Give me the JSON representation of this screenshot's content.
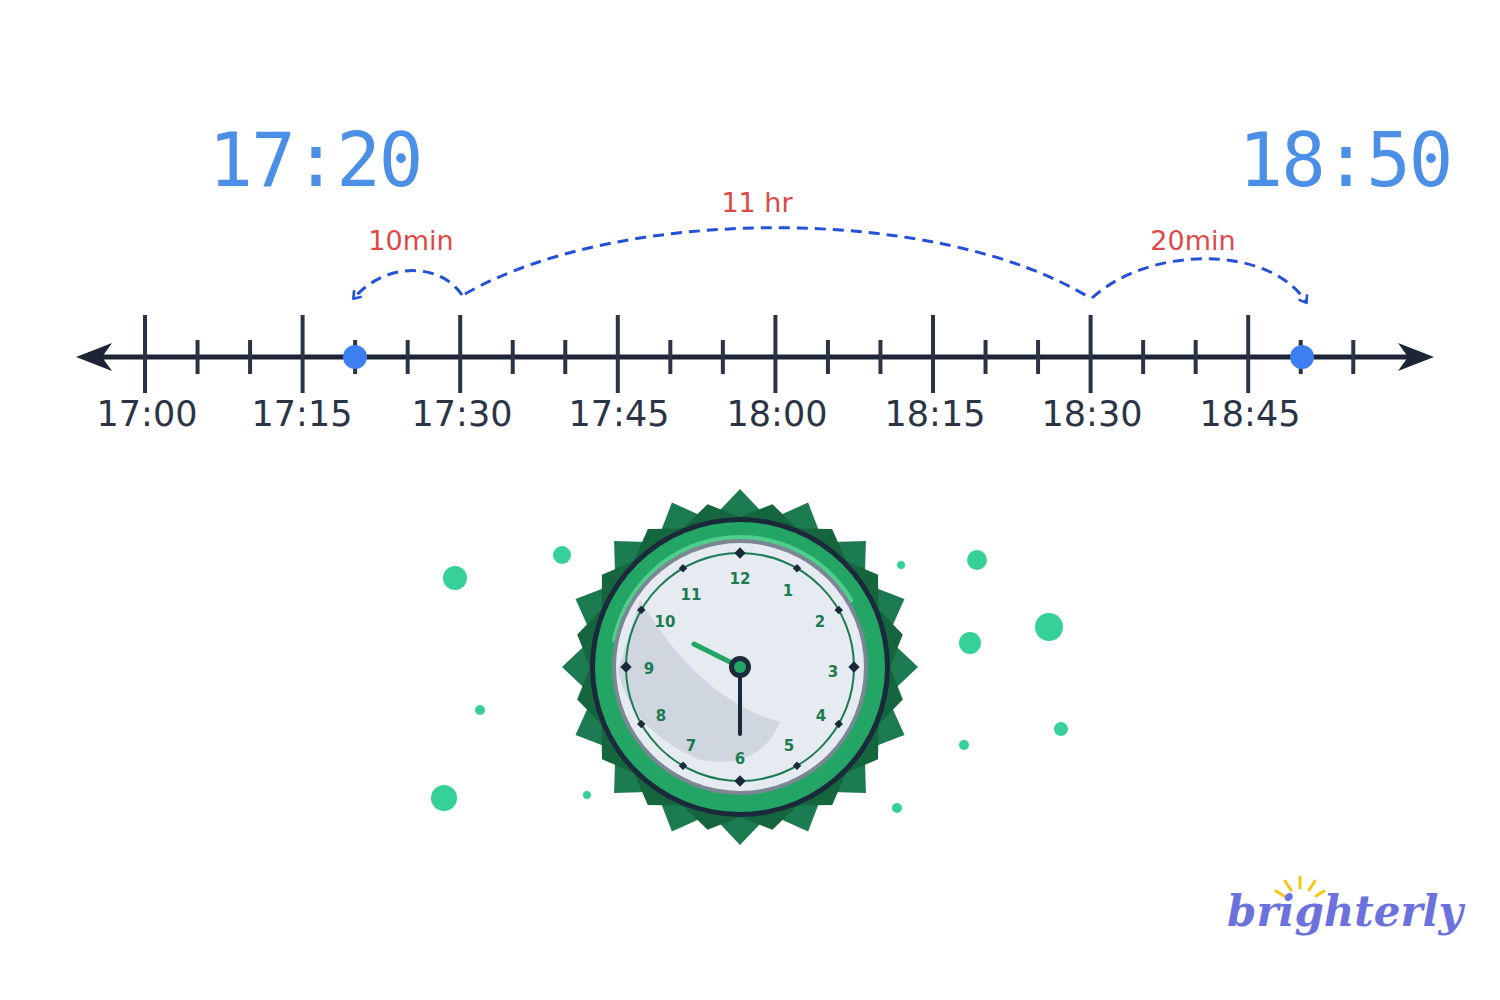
{
  "diagram": {
    "labels": [
      "17:20",
      "18:50",
      "11 hr",
      "10min",
      "20min",
      "17:00",
      "17:15",
      "17:30",
      "17:45",
      "18:00",
      "18:15",
      "18:30",
      "18:45",
      "12",
      "1",
      "2",
      "3",
      "4",
      "5",
      "6",
      "7",
      "8",
      "9",
      "10",
      "11",
      "brighterly"
    ]
  }
}
